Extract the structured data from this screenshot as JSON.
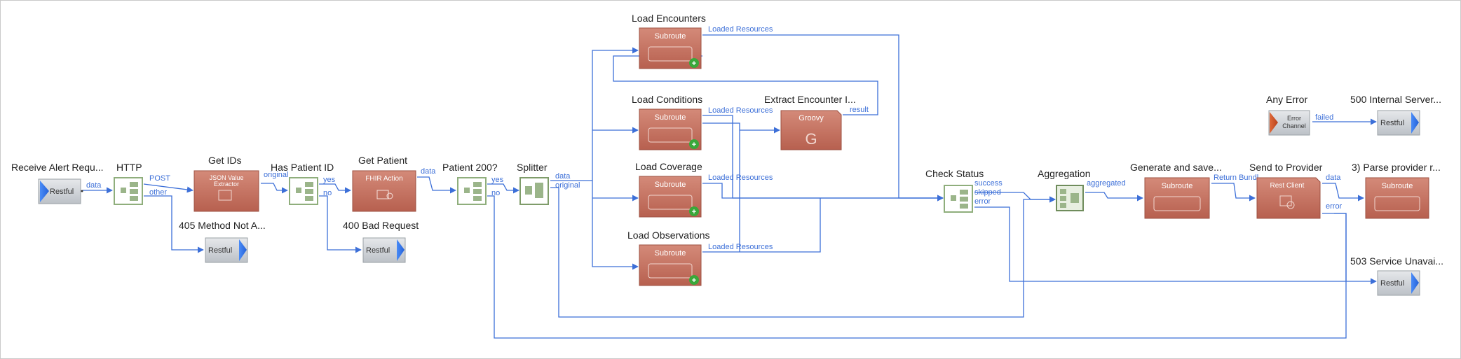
{
  "colors": {
    "link": "#3c6fd8",
    "node_brown": "#c87665",
    "node_brown_dark": "#a8584a",
    "node_gray": "#cfd3d8",
    "decision_green": "#9bb58a",
    "accent_blue": "#3478f6",
    "add_green": "#3aa83a"
  },
  "nodes": [
    {
      "id": "receive-alert",
      "kind": "restful-in",
      "title": "Receive Alert Requ...",
      "inner": "Restful"
    },
    {
      "id": "http",
      "kind": "decision",
      "title": "HTTP"
    },
    {
      "id": "get-ids",
      "kind": "extractor",
      "title": "Get IDs",
      "inner": "JSON Value Extractor"
    },
    {
      "id": "has-patient-id",
      "kind": "decision",
      "title": "Has Patient ID"
    },
    {
      "id": "get-patient",
      "kind": "fhir",
      "title": "Get Patient",
      "inner": "FHIR Action"
    },
    {
      "id": "patient-200",
      "kind": "decision",
      "title": "Patient 200?"
    },
    {
      "id": "splitter",
      "kind": "splitter",
      "title": "Splitter"
    },
    {
      "id": "method-not-allowed",
      "kind": "restful-out",
      "title": "405 Method Not A...",
      "inner": "Restful"
    },
    {
      "id": "bad-request",
      "kind": "restful-out",
      "title": "400 Bad Request",
      "inner": "Restful"
    },
    {
      "id": "load-encounters",
      "kind": "subroute",
      "title": "Load Encounters",
      "inner": "Subroute"
    },
    {
      "id": "load-conditions",
      "kind": "subroute",
      "title": "Load Conditions",
      "inner": "Subroute"
    },
    {
      "id": "load-coverage",
      "kind": "subroute",
      "title": "Load Coverage",
      "inner": "Subroute"
    },
    {
      "id": "load-observations",
      "kind": "subroute",
      "title": "Load Observations",
      "inner": "Subroute"
    },
    {
      "id": "extract-encounter",
      "kind": "groovy",
      "title": "Extract Encounter I...",
      "inner": "Groovy"
    },
    {
      "id": "check-status",
      "kind": "decision",
      "title": "Check Status"
    },
    {
      "id": "aggregation",
      "kind": "aggregator",
      "title": "Aggregation"
    },
    {
      "id": "generate-save",
      "kind": "subroute-plain",
      "title": "Generate and save...",
      "inner": "Subroute"
    },
    {
      "id": "send-provider",
      "kind": "rest-client",
      "title": "Send to Provider",
      "inner": "Rest Client"
    },
    {
      "id": "parse-provider",
      "kind": "subroute-plain",
      "title": "3) Parse provider r...",
      "inner": "Subroute"
    },
    {
      "id": "any-error",
      "kind": "error-channel",
      "title": "Any Error",
      "inner": "Error Channel"
    },
    {
      "id": "internal-server",
      "kind": "restful-out",
      "title": "500 Internal Server...",
      "inner": "Restful"
    },
    {
      "id": "service-unavailable",
      "kind": "restful-out",
      "title": "503 Service Unavai...",
      "inner": "Restful"
    }
  ],
  "links": [
    {
      "id": "l-data-1",
      "label": "data"
    },
    {
      "id": "l-post",
      "label": "POST"
    },
    {
      "id": "l-other",
      "label": "other"
    },
    {
      "id": "l-original-1",
      "label": "original"
    },
    {
      "id": "l-yes-1",
      "label": "yes"
    },
    {
      "id": "l-no-1",
      "label": "no"
    },
    {
      "id": "l-data-2",
      "label": "data"
    },
    {
      "id": "l-yes-2",
      "label": "yes"
    },
    {
      "id": "l-no-2",
      "label": "no"
    },
    {
      "id": "l-data-3",
      "label": "data"
    },
    {
      "id": "l-original-2",
      "label": "original"
    },
    {
      "id": "l-loaded-1",
      "label": "Loaded Resources"
    },
    {
      "id": "l-loaded-2",
      "label": "Loaded Resources"
    },
    {
      "id": "l-loaded-3",
      "label": "Loaded Resources"
    },
    {
      "id": "l-loaded-4",
      "label": "Loaded Resources"
    },
    {
      "id": "l-result",
      "label": "result"
    },
    {
      "id": "l-success",
      "label": "success"
    },
    {
      "id": "l-skipped",
      "label": "skipped"
    },
    {
      "id": "l-error-1",
      "label": "error"
    },
    {
      "id": "l-aggregated",
      "label": "aggregated"
    },
    {
      "id": "l-return",
      "label": "Return Bundl..."
    },
    {
      "id": "l-data-4",
      "label": "data"
    },
    {
      "id": "l-error-2",
      "label": "error"
    },
    {
      "id": "l-failed",
      "label": "failed"
    }
  ]
}
